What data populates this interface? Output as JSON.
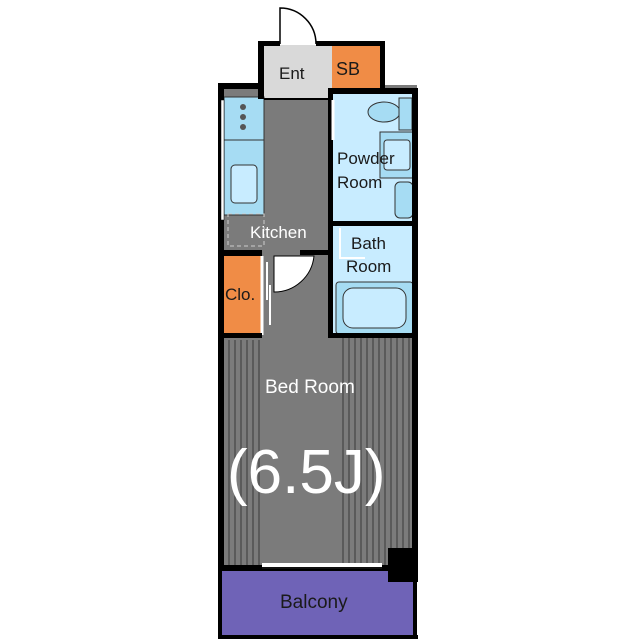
{
  "rooms": {
    "entrance": "Ent",
    "shoe_box": "SB",
    "powder_room_line1": "Powder",
    "powder_room_line2": "Room",
    "bath_room_line1": "Bath",
    "bath_room_line2": "Room",
    "kitchen": "Kitchen",
    "closet": "Clo.",
    "bedroom": "Bed Room",
    "bedroom_size": "(6.5J)",
    "balcony": "Balcony"
  },
  "colors": {
    "wall": "#000000",
    "floor": "#7b7b7b",
    "entrance_floor": "#d9d9d9",
    "wet_area": "#c8ecff",
    "fixture": "#a6dcf3",
    "storage": "#f08c46",
    "balcony": "#6f63b7"
  }
}
